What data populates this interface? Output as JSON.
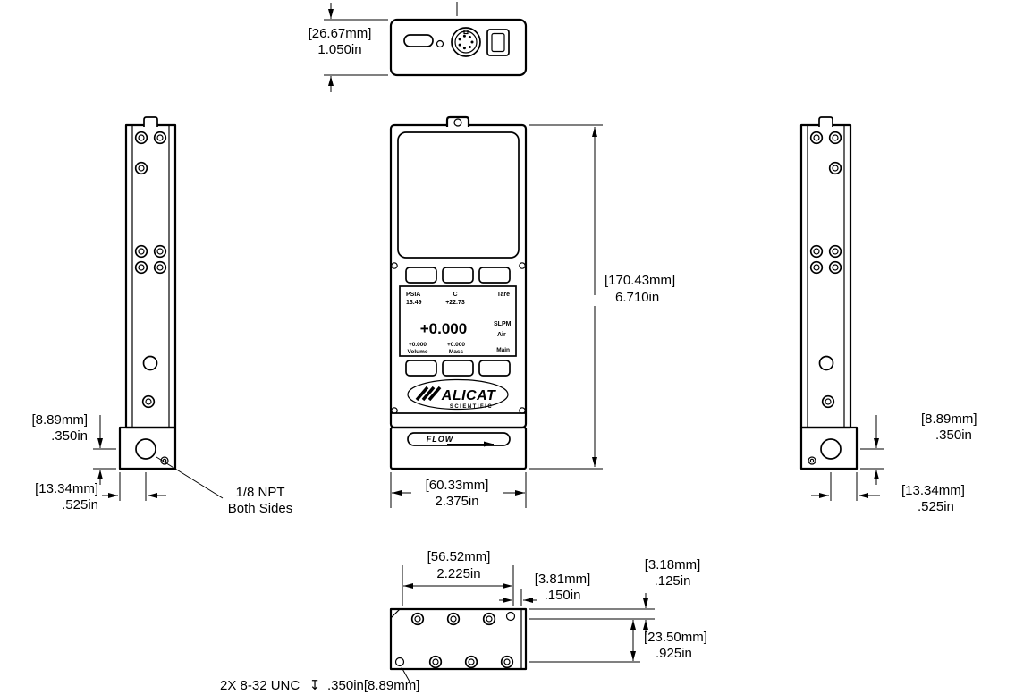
{
  "dims": {
    "top_height": {
      "mm": "[26.67mm]",
      "in": "1.050in"
    },
    "overall_height": {
      "mm": "[170.43mm]",
      "in": "6.710in"
    },
    "body_width": {
      "mm": "[60.33mm]",
      "in": "2.375in"
    },
    "left_port_height": {
      "mm": "[8.89mm]",
      "in": ".350in"
    },
    "left_port_offset": {
      "mm": "[13.34mm]",
      "in": ".525in"
    },
    "right_port_height": {
      "mm": "[8.89mm]",
      "in": ".350in"
    },
    "right_port_offset": {
      "mm": "[13.34mm]",
      "in": ".525in"
    },
    "bottom_hole_span": {
      "mm": "[56.52mm]",
      "in": "2.225in"
    },
    "bottom_hole_inset": {
      "mm": "[3.81mm]",
      "in": ".150in"
    },
    "bottom_edge_offset": {
      "mm": "[3.18mm]",
      "in": ".125in"
    },
    "bottom_row_spacing": {
      "mm": "[23.50mm]",
      "in": ".925in"
    }
  },
  "notes": {
    "npt_line1": "1/8 NPT",
    "npt_line2": "Both Sides",
    "thread_qty_spec": "2X 8-32 UNC",
    "depth_symbol": "↧",
    "thread_depth": ".350in[8.89mm]"
  },
  "device": {
    "display": {
      "pressure_label": "PSIA",
      "pressure_value": "13.49",
      "temp_label": "C",
      "temp_value": "+22.73",
      "tare_label": "Tare",
      "flow_value": "+0.000",
      "flow_unit": "SLPM",
      "gas_label": "Air",
      "volume_value": "+0.000",
      "volume_label": "Volume",
      "mass_value": "+0.000",
      "mass_label": "Mass",
      "main_label": "Main"
    },
    "brand": "ALICAT",
    "brand_sub": "SCIENTIFIC",
    "flow_label": "FLOW"
  }
}
